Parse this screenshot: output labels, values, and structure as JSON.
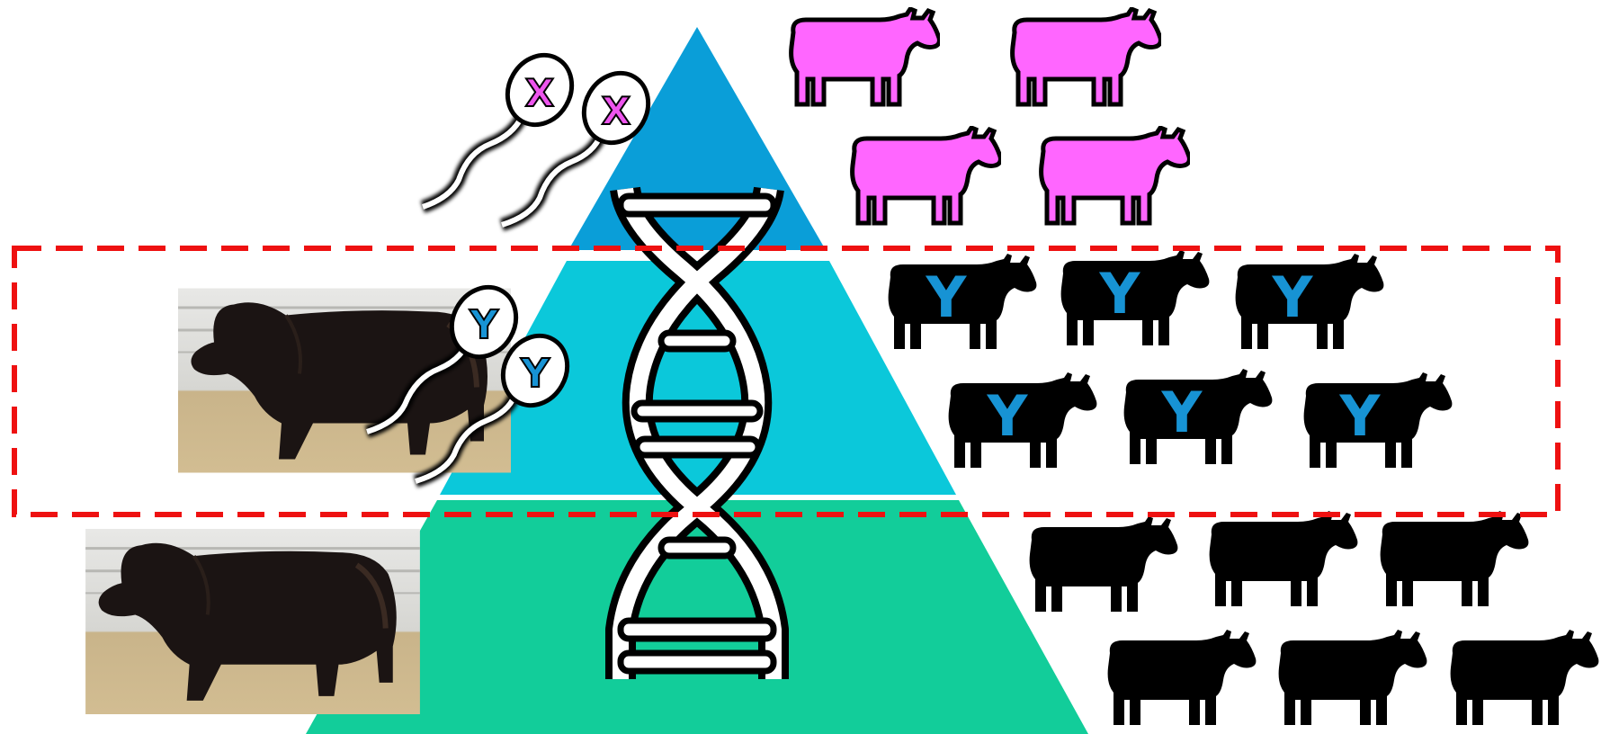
{
  "colors": {
    "tier_top": "#0a9ed8",
    "tier_middle": "#0bc8da",
    "tier_bottom": "#12cd9a",
    "female_cow": "#ff66ff",
    "male_cow": "#000000",
    "y_letter": "#1793d4",
    "x_letter": "#ee55ee",
    "selection_box": "#ee1111"
  },
  "icons": {
    "dna": "dna-double-helix-icon",
    "cow": "cow-silhouette-icon",
    "sperm": "sperm-cell-icon",
    "bull_photo": "bull-photo"
  },
  "tiers": [
    {
      "name": "top",
      "cows": "female",
      "sperm_letter": "X",
      "count": 4
    },
    {
      "name": "middle",
      "cows": "male",
      "sperm_letter": "Y",
      "count": 6
    },
    {
      "name": "bottom",
      "cows": "male",
      "sperm_letter": "",
      "count": 6
    }
  ],
  "sperm_labels": {
    "x1": "X",
    "x2": "X",
    "y1": "Y",
    "y2": "Y"
  },
  "cow_labels": [
    "Y",
    "Y",
    "Y",
    "Y",
    "Y",
    "Y"
  ]
}
